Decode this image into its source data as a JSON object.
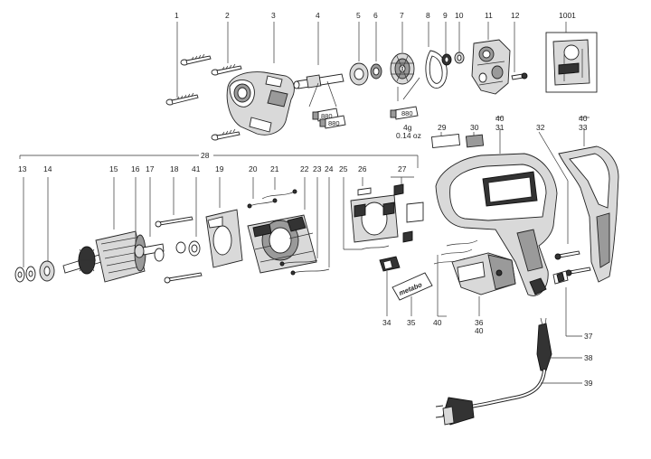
{
  "labels": {
    "n1": "1",
    "n2": "2",
    "n3": "3",
    "n4": "4",
    "n5": "5",
    "n6": "6",
    "n7": "7",
    "n8": "8",
    "n9": "9",
    "n10": "10",
    "n11": "11",
    "n12": "12",
    "n1001": "1001",
    "n13": "13",
    "n14": "14",
    "n15": "15",
    "n16": "16",
    "n17": "17",
    "n18": "18",
    "n41": "41",
    "n19": "19",
    "n20": "20",
    "n21": "21",
    "n22": "22",
    "n23": "23",
    "n24": "24",
    "n25": "25",
    "n26": "26",
    "n27": "27",
    "n28": "28",
    "n29": "29",
    "n30": "30",
    "n31": "31",
    "n32": "32",
    "n33": "33",
    "n34": "34",
    "n35": "35",
    "n36": "36",
    "n37": "37",
    "n38": "38",
    "n39": "39",
    "n40a": "40",
    "n40b": "40",
    "n40c": "40",
    "n40d": "40"
  },
  "annotations": {
    "grease_amount": "4g",
    "grease_oz": "0.14 oz",
    "grease_tube_a": "880",
    "grease_tube_b": "880",
    "brand_logo": "metabo"
  }
}
